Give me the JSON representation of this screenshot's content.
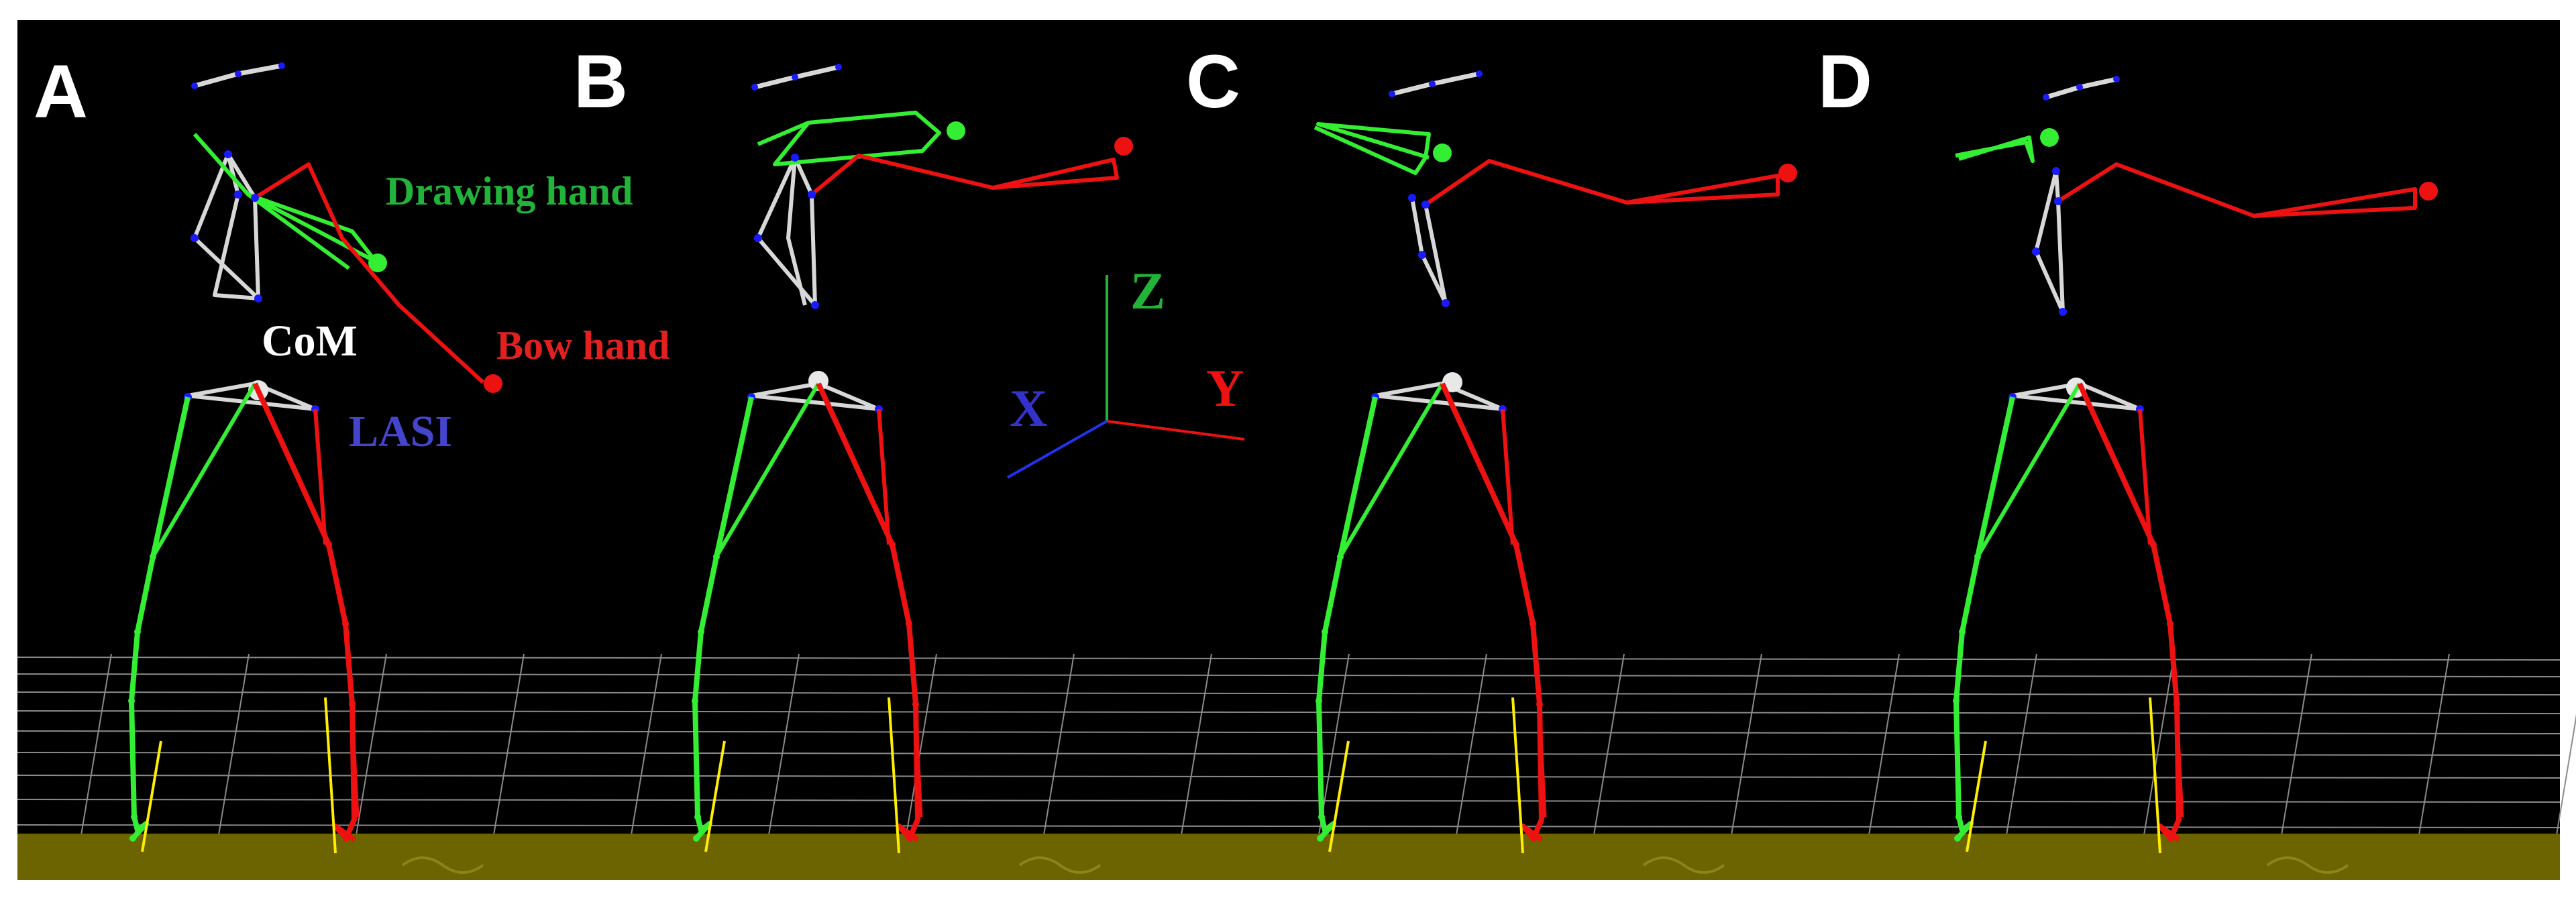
{
  "panels": [
    {
      "letter": "A"
    },
    {
      "letter": "B"
    },
    {
      "letter": "C"
    },
    {
      "letter": "D"
    }
  ],
  "annotations": {
    "drawing_hand": "Drawing hand",
    "com": "CoM",
    "bow_hand": "Bow hand",
    "lasi": "LASI"
  },
  "axes": {
    "z": "Z",
    "x": "X",
    "y": "Y"
  },
  "colors": {
    "background": "#000000",
    "right_side": "#33ee33",
    "left_side": "#ee1111",
    "trunk": "#d8d8d8",
    "markers": "#1a1aff",
    "force_vector": "#ffee00",
    "floor": "#6b6400",
    "grid": "#8a8a8a",
    "axis_x": "#2233ee",
    "axis_y": "#ee1111",
    "axis_z": "#22b33a"
  }
}
